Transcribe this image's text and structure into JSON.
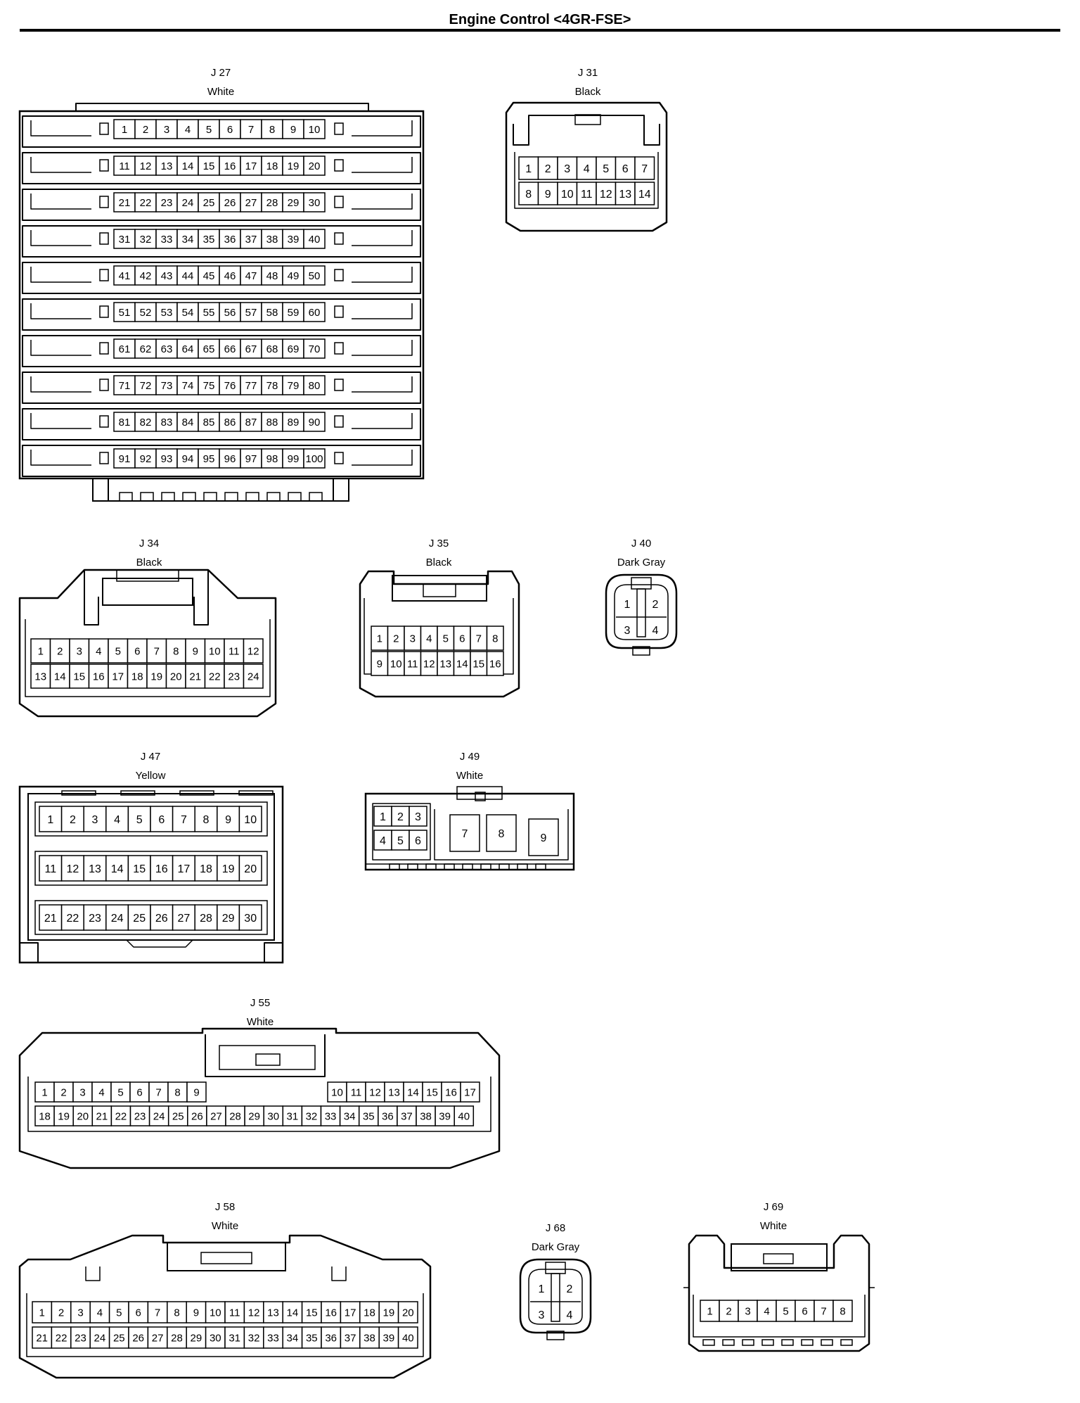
{
  "page": {
    "title": "Engine Control <4GR-FSE>"
  },
  "connectors": [
    {
      "id": "j27",
      "code": "J 27",
      "color": "White",
      "rows": [
        [
          "1",
          "2",
          "3",
          "4",
          "5",
          "6",
          "7",
          "8",
          "9",
          "10"
        ],
        [
          "11",
          "12",
          "13",
          "14",
          "15",
          "16",
          "17",
          "18",
          "19",
          "20"
        ],
        [
          "21",
          "22",
          "23",
          "24",
          "25",
          "26",
          "27",
          "28",
          "29",
          "30"
        ],
        [
          "31",
          "32",
          "33",
          "34",
          "35",
          "36",
          "37",
          "38",
          "39",
          "40"
        ],
        [
          "41",
          "42",
          "43",
          "44",
          "45",
          "46",
          "47",
          "48",
          "49",
          "50"
        ],
        [
          "51",
          "52",
          "53",
          "54",
          "55",
          "56",
          "57",
          "58",
          "59",
          "60"
        ],
        [
          "61",
          "62",
          "63",
          "64",
          "65",
          "66",
          "67",
          "68",
          "69",
          "70"
        ],
        [
          "71",
          "72",
          "73",
          "74",
          "75",
          "76",
          "77",
          "78",
          "79",
          "80"
        ],
        [
          "81",
          "82",
          "83",
          "84",
          "85",
          "86",
          "87",
          "88",
          "89",
          "90"
        ],
        [
          "91",
          "92",
          "93",
          "94",
          "95",
          "96",
          "97",
          "98",
          "99",
          "100"
        ]
      ]
    },
    {
      "id": "j31",
      "code": "J 31",
      "color": "Black",
      "rows": [
        [
          "1",
          "2",
          "3",
          "4",
          "5",
          "6",
          "7"
        ],
        [
          "8",
          "9",
          "10",
          "11",
          "12",
          "13",
          "14"
        ]
      ]
    },
    {
      "id": "j34",
      "code": "J 34",
      "color": "Black",
      "rows": [
        [
          "1",
          "2",
          "3",
          "4",
          "5",
          "6",
          "7",
          "8",
          "9",
          "10",
          "11",
          "12"
        ],
        [
          "13",
          "14",
          "15",
          "16",
          "17",
          "18",
          "19",
          "20",
          "21",
          "22",
          "23",
          "24"
        ]
      ]
    },
    {
      "id": "j35",
      "code": "J 35",
      "color": "Black",
      "rows": [
        [
          "1",
          "2",
          "3",
          "4",
          "5",
          "6",
          "7",
          "8"
        ],
        [
          "9",
          "10",
          "11",
          "12",
          "13",
          "14",
          "15",
          "16"
        ]
      ]
    },
    {
      "id": "j40",
      "code": "J 40",
      "color": "Dark Gray",
      "rows": [
        [
          "1",
          "2"
        ],
        [
          "3",
          "4"
        ]
      ]
    },
    {
      "id": "j47",
      "code": "J 47",
      "color": "Yellow",
      "rows": [
        [
          "1",
          "2",
          "3",
          "4",
          "5",
          "6",
          "7",
          "8",
          "9",
          "10"
        ],
        [
          "11",
          "12",
          "13",
          "14",
          "15",
          "16",
          "17",
          "18",
          "19",
          "20"
        ],
        [
          "21",
          "22",
          "23",
          "24",
          "25",
          "26",
          "27",
          "28",
          "29",
          "30"
        ]
      ]
    },
    {
      "id": "j49",
      "code": "J 49",
      "color": "White",
      "rows": [
        [
          "1",
          "2",
          "3"
        ],
        [
          "4",
          "5",
          "6"
        ],
        [
          "7",
          "8",
          "9"
        ]
      ]
    },
    {
      "id": "j55",
      "code": "J 55",
      "color": "White",
      "rows": [
        [
          "1",
          "2",
          "3",
          "4",
          "5",
          "6",
          "7",
          "8",
          "9"
        ],
        [
          "10",
          "11",
          "12",
          "13",
          "14",
          "15",
          "16",
          "17"
        ],
        [
          "18",
          "19",
          "20",
          "21",
          "22",
          "23",
          "24",
          "25",
          "26",
          "27",
          "28",
          "29",
          "30",
          "31",
          "32",
          "33",
          "34",
          "35",
          "36",
          "37",
          "38",
          "39",
          "40"
        ]
      ]
    },
    {
      "id": "j58",
      "code": "J 58",
      "color": "White",
      "rows": [
        [
          "1",
          "2",
          "3",
          "4",
          "5",
          "6",
          "7",
          "8",
          "9",
          "10",
          "11",
          "12",
          "13",
          "14",
          "15",
          "16",
          "17",
          "18",
          "19",
          "20"
        ],
        [
          "21",
          "22",
          "23",
          "24",
          "25",
          "26",
          "27",
          "28",
          "29",
          "30",
          "31",
          "32",
          "33",
          "34",
          "35",
          "36",
          "37",
          "38",
          "39",
          "40"
        ]
      ]
    },
    {
      "id": "j68",
      "code": "J 68",
      "color": "Dark Gray",
      "rows": [
        [
          "1",
          "2"
        ],
        [
          "3",
          "4"
        ]
      ]
    },
    {
      "id": "j69",
      "code": "J 69",
      "color": "White",
      "rows": [
        [
          "1",
          "2",
          "3",
          "4",
          "5",
          "6",
          "7",
          "8"
        ]
      ]
    }
  ]
}
